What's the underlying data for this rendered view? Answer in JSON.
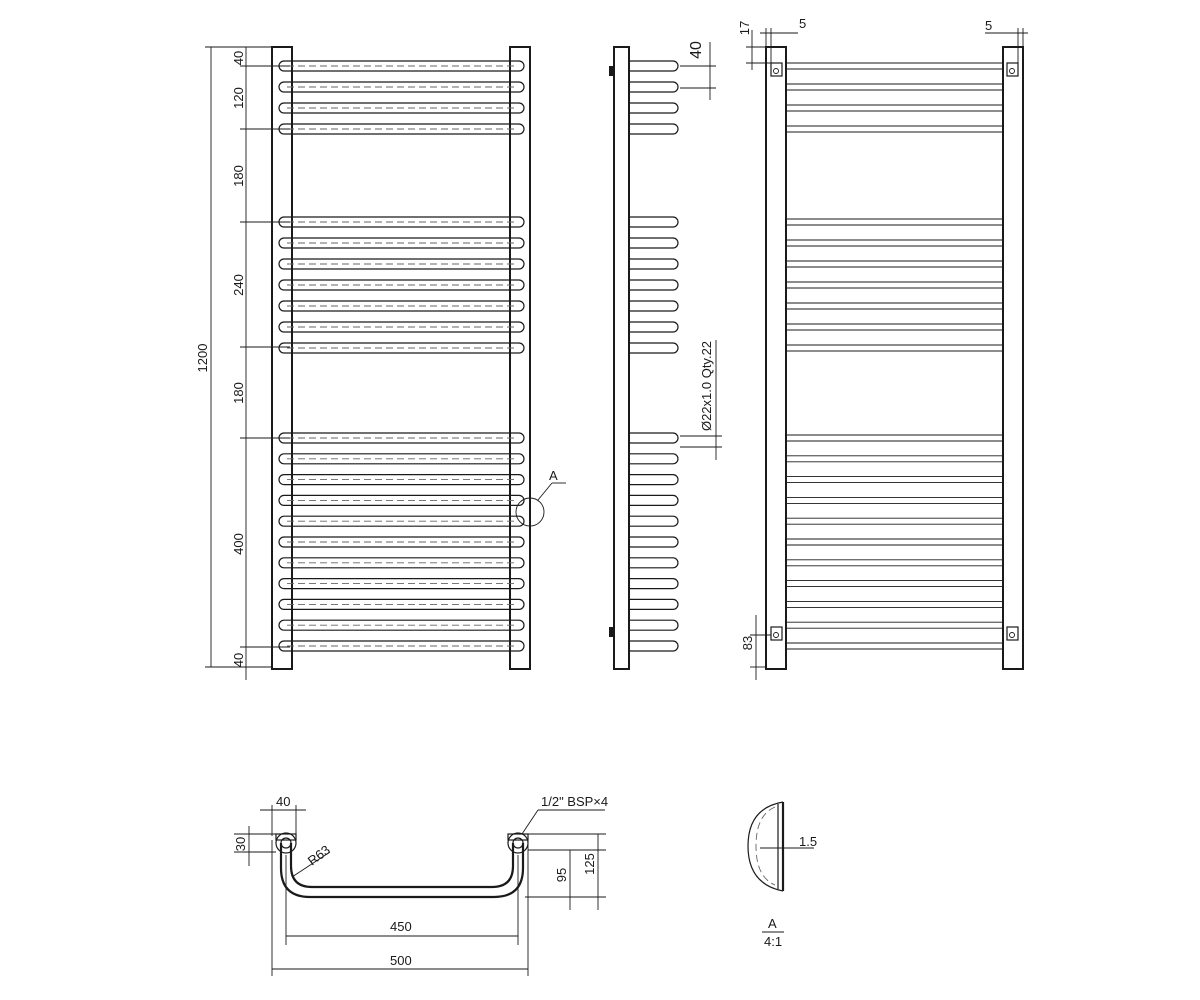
{
  "front_view": {
    "dims": {
      "total_height": "1200",
      "top_margin": "40",
      "first_group_pitch": "120",
      "gap_1": "180",
      "second_group": "240",
      "gap_2": "180",
      "third_group": "400",
      "bottom_margin": "40"
    },
    "detail_callout": "A"
  },
  "side_view": {
    "pipe_pitch": "40",
    "tube_spec": "Ø22x1.0 Qty.22"
  },
  "back_view": {
    "dim_top_left_vertical": "17",
    "dim_top_left_horizontal": "5",
    "dim_top_right_horizontal": "5",
    "dim_bottom_bracket": "83"
  },
  "top_view": {
    "inlet_width": "40",
    "inlet_offset": "30",
    "bend_radius": "R63",
    "connection": "1/2\" BSP×4",
    "depth_inner": "95",
    "depth_outer": "125",
    "centers_width": "450",
    "total_width": "500"
  },
  "detail_view": {
    "wall": "1.5",
    "label": "A",
    "scale": "4:1"
  }
}
